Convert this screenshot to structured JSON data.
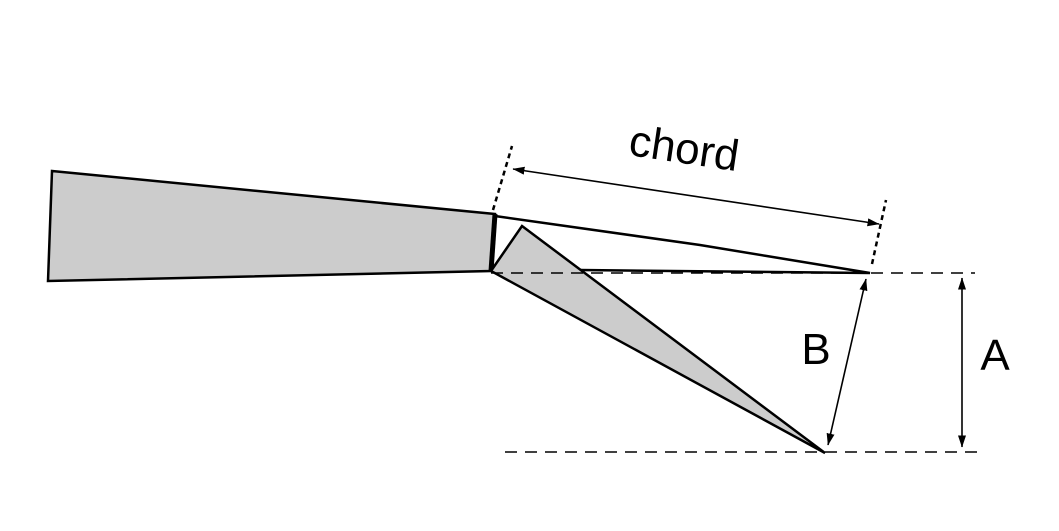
{
  "labels": {
    "chord": "chord",
    "a": "A",
    "b": "B"
  },
  "colors": {
    "fill": "#cccccc",
    "stroke": "#000000",
    "background": "#ffffff"
  }
}
